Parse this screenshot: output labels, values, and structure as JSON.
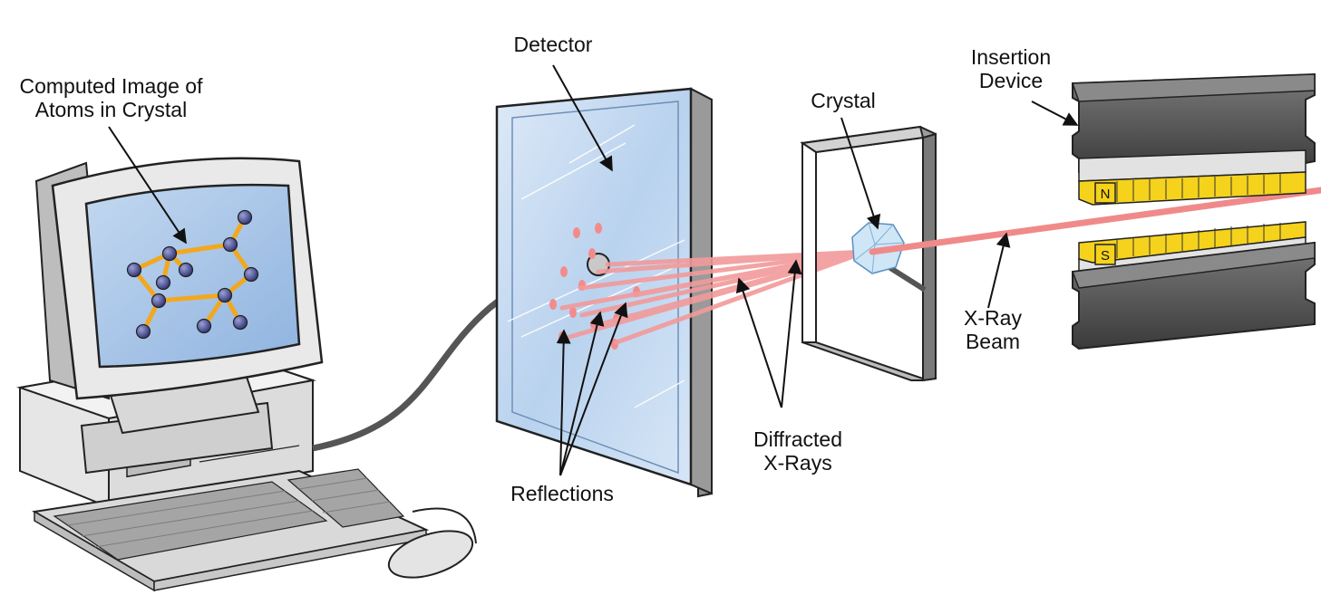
{
  "labels": {
    "computed_image_line1": "Computed Image of",
    "computed_image_line2": "Atoms in Crystal",
    "detector": "Detector",
    "crystal": "Crystal",
    "insertion_device_line1": "Insertion",
    "insertion_device_line2": "Device",
    "xray_beam_line1": "X-Ray",
    "xray_beam_line2": "Beam",
    "diffracted_line1": "Diffracted",
    "diffracted_line2": "X-Rays",
    "reflections": "Reflections"
  },
  "magnet_poles": {
    "top": "N",
    "bottom": "S"
  },
  "colors": {
    "beam": "#f08a8a",
    "screen": "#a9c7ea",
    "atom": "#4b4f8c",
    "bond": "#f2a81e",
    "magnet_yellow": "#f5d21c",
    "magnet_steel": "#4a4a4a",
    "detector_glass": "#c9dcf2"
  }
}
